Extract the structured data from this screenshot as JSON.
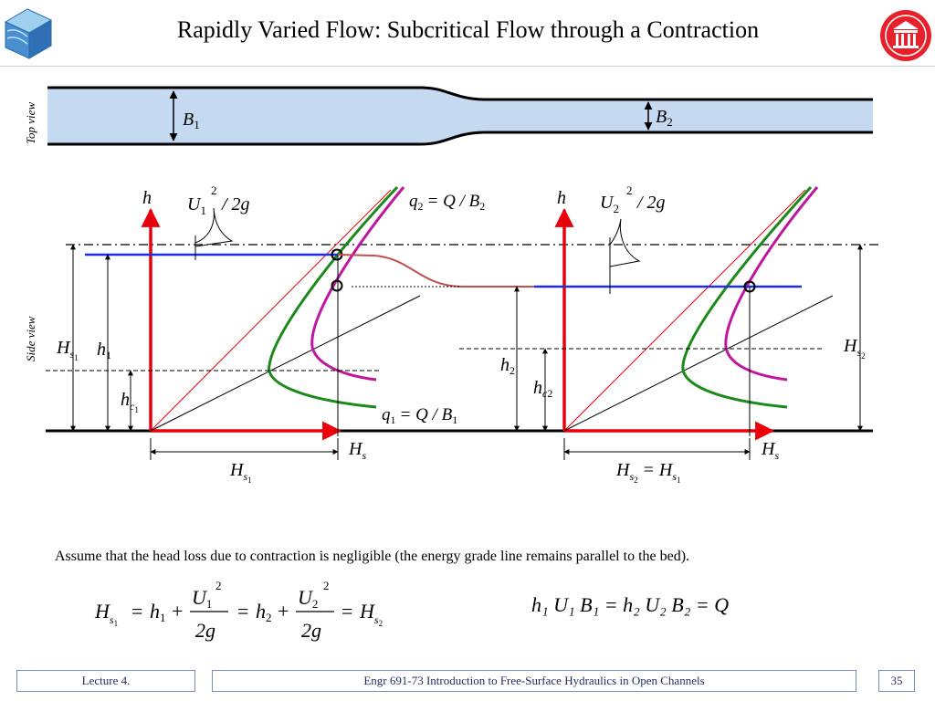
{
  "title": "Rapidly Varied Flow: Subcritical Flow through a Contraction",
  "labels": {
    "top_view": "Top view",
    "side_view": "Side view",
    "B": "B",
    "sub_1": "1",
    "sub_2": "2",
    "h": "h",
    "U": "U",
    "two_g": "/ 2g",
    "sq": "2",
    "q": "q",
    "eq_Q": "= Q / B",
    "H": "H",
    "s": "s",
    "c": "c",
    "eq_eq": "="
  },
  "assumption": "Assume that the head loss due to contraction is negligible (the energy grade line remains parallel to the bed).",
  "equations": {
    "eq1_h": "h",
    "eq1_U": "U",
    "eq1_2g": "2g",
    "eq1_H": "H",
    "eq2": "h₁ U₁ B₁ = h₂ U₂ B₂ = Q"
  },
  "footer": {
    "lecture": "Lecture 4.",
    "course": "Engr 691-73 Introduction to Free-Surface Hydraulics in Open Channels",
    "page": "35"
  },
  "colors": {
    "channel_fill": "#c5d9f1",
    "axis_red": "#e8000b",
    "curve_green": "#1a8a1a",
    "curve_magenta": "#c0169e",
    "water_blue": "#1f2fe0",
    "transition_brown": "#c0504d"
  },
  "icons": {
    "logo_left": "cube-water-logo-icon",
    "logo_right": "university-seal-icon"
  }
}
